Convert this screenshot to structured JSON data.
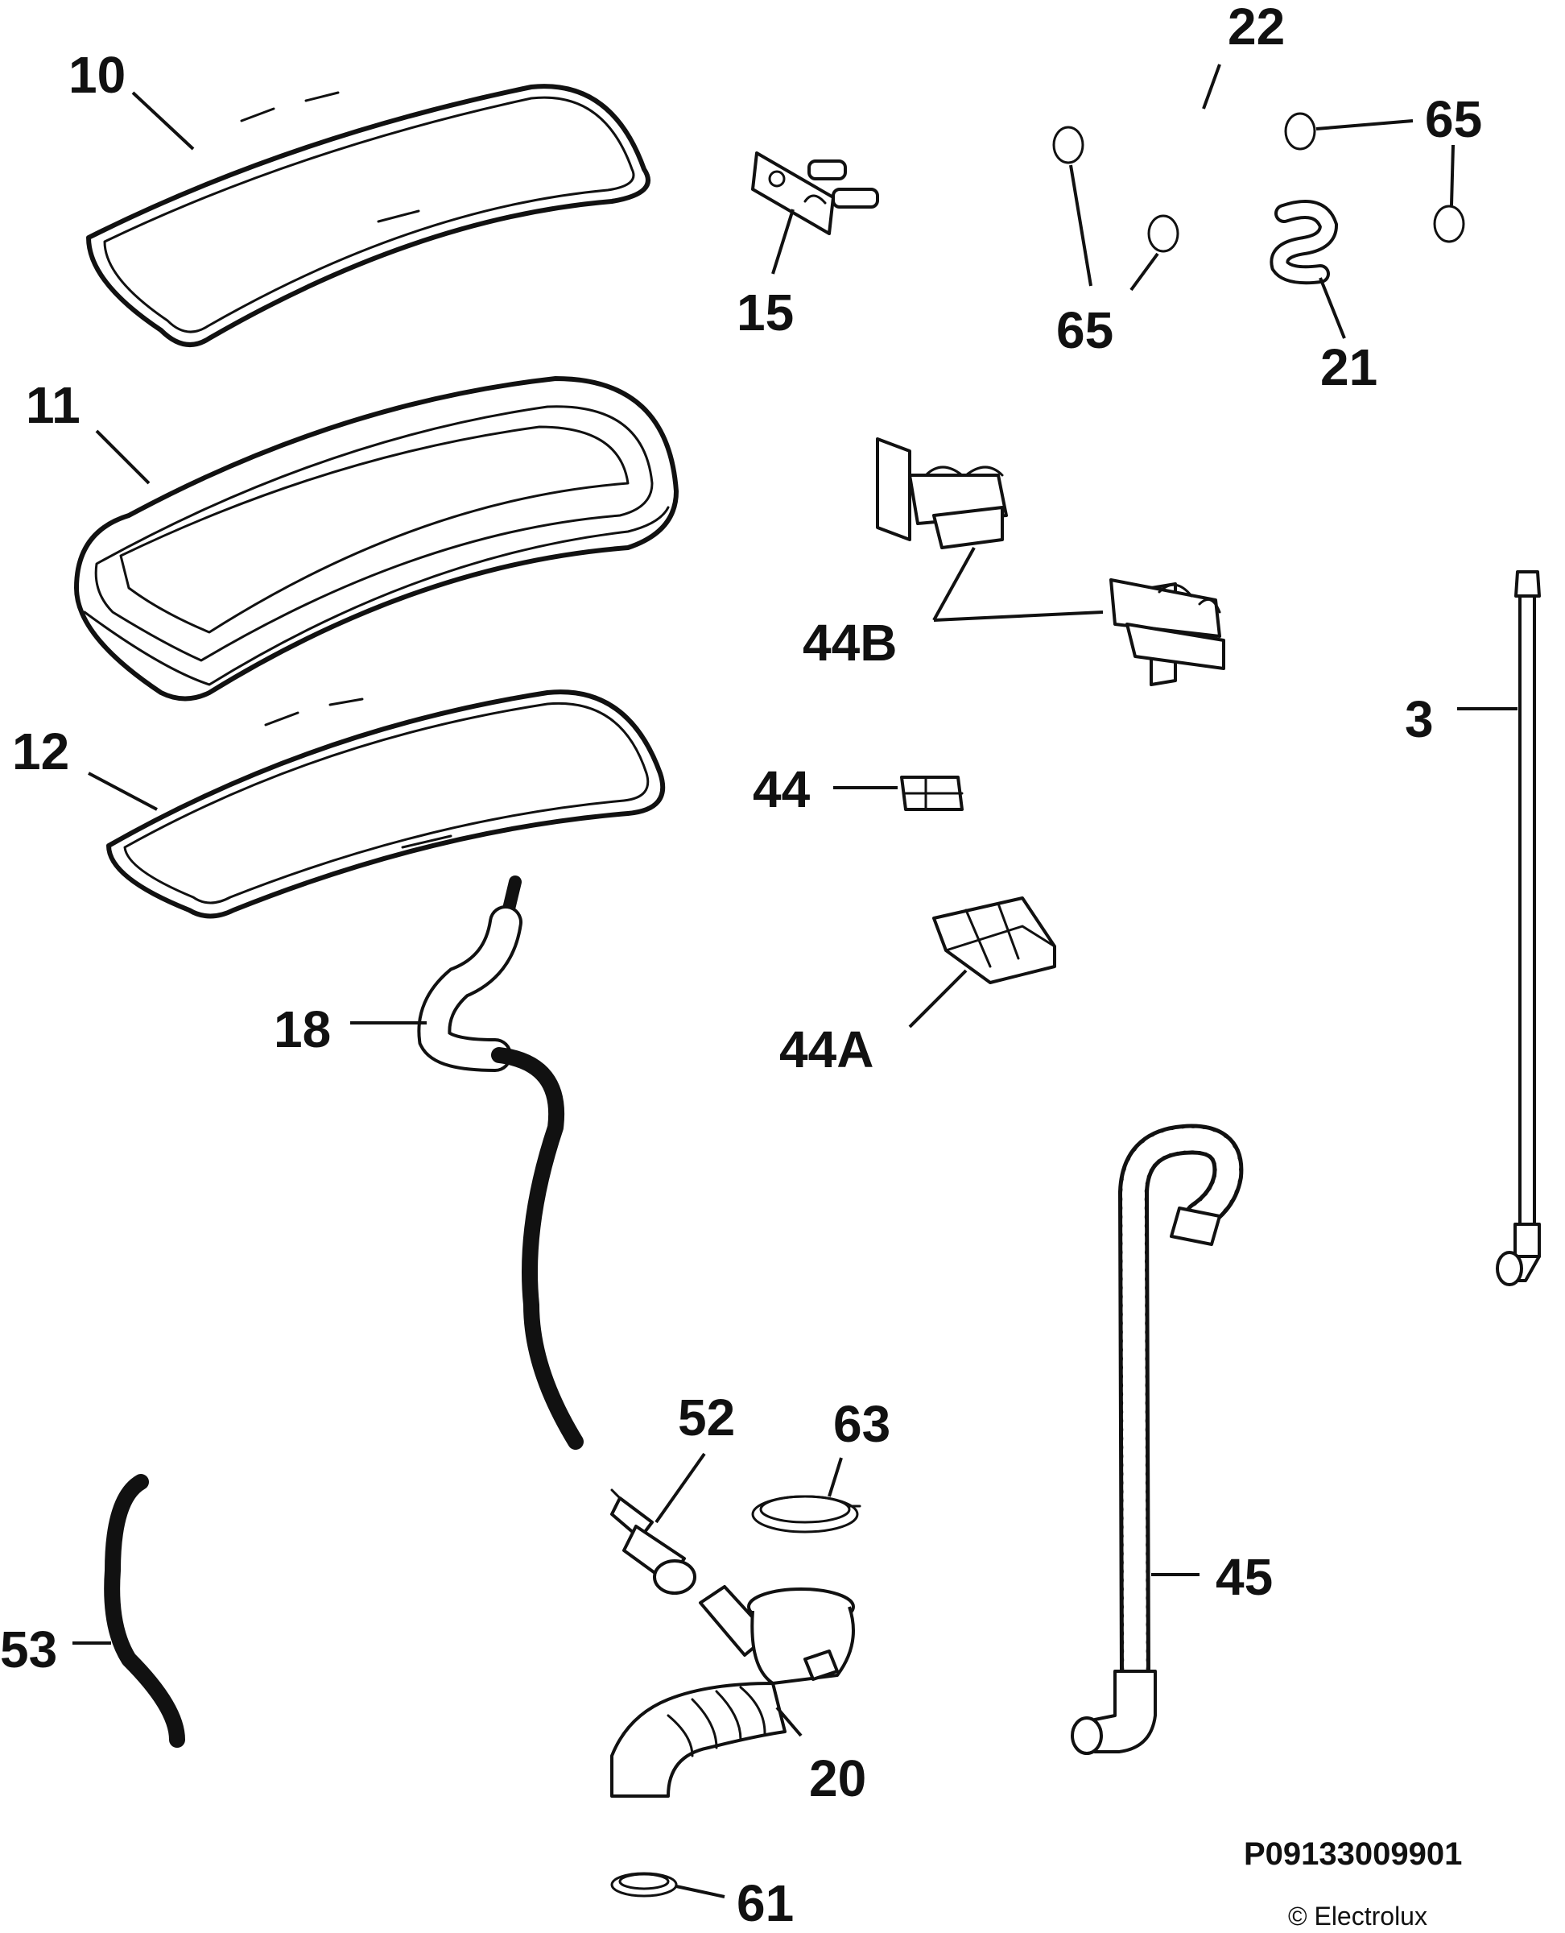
{
  "labels": {
    "l10": "10",
    "l11": "11",
    "l12": "12",
    "l15": "15",
    "l22": "22",
    "l65a": "65",
    "l65b": "65",
    "l21": "21",
    "l44B": "44B",
    "l3": "3",
    "l44": "44",
    "l44A": "44A",
    "l18": "18",
    "l52": "52",
    "l63": "63",
    "l45": "45",
    "l53": "53",
    "l20": "20",
    "l61": "61"
  },
  "footer": {
    "code": "P09133009901",
    "copyright": "© Electrolux"
  }
}
